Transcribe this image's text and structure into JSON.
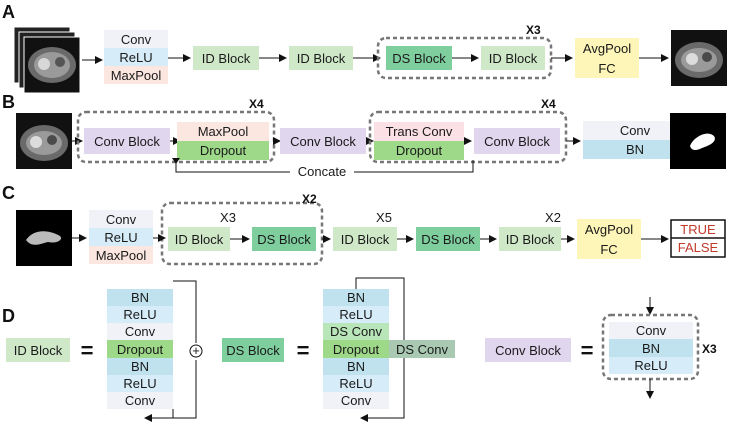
{
  "colors": {
    "id_block": "#cfe8c8",
    "ds_block": "#7fcf9e",
    "conv": "#f1f1f8",
    "relu": "#d6ecf8",
    "maxpool": "#fbe6e0",
    "avgpool": "#fdf6b8",
    "conv_block": "#e0d6ee",
    "trans_conv": "#fbe0e6",
    "dropout": "#9ed98a",
    "bn": "#bfe2ee",
    "outline": "#777777"
  },
  "panel_a": {
    "letter": "A",
    "stem": [
      "Conv",
      "ReLU",
      "MaxPool"
    ],
    "id_block_1": "ID Block",
    "id_block_2": "ID Block",
    "ds_block": "DS Block",
    "id_block_3": "ID Block",
    "repeat": "X3",
    "head": [
      "AvgPool",
      "FC"
    ]
  },
  "panel_b": {
    "letter": "B",
    "conv_block_1": "Conv Block",
    "maxpool": "MaxPool",
    "dropout_1": "Dropout",
    "repeat_1": "X4",
    "conv_block_2": "Conv Block",
    "trans_conv": "Trans Conv",
    "dropout_2": "Dropout",
    "conv_block_3": "Conv Block",
    "repeat_2": "X4",
    "conv": "Conv",
    "bn": "BN",
    "concat": "Concate"
  },
  "panel_c": {
    "letter": "C",
    "stem": [
      "Conv",
      "ReLU",
      "MaxPool"
    ],
    "id_block_1": "ID Block",
    "repeat_inner": "X3",
    "ds_block_1": "DS Block",
    "repeat_outer": "X2",
    "id_block_2": "ID Block",
    "repeat_2": "X5",
    "ds_block_2": "DS Block",
    "id_block_3": "ID Block",
    "repeat_3": "X2",
    "head": [
      "AvgPool",
      "FC"
    ],
    "outputs": [
      "TRUE",
      "FALSE"
    ]
  },
  "panel_d": {
    "letter": "D",
    "id_block_label": "ID Block",
    "equals": "=",
    "id_stack": [
      "BN",
      "ReLU",
      "Conv",
      "Dropout",
      "BN",
      "ReLU",
      "Conv"
    ],
    "plus": "+",
    "ds_block_label": "DS Block",
    "ds_stack": [
      "BN",
      "ReLU",
      "DS Conv",
      "Dropout",
      "BN",
      "ReLU",
      "Conv"
    ],
    "ds_skip": "DS Conv",
    "conv_block_label": "Conv Block",
    "conv_stack": [
      "Conv",
      "BN",
      "ReLU"
    ],
    "repeat": "X3"
  }
}
